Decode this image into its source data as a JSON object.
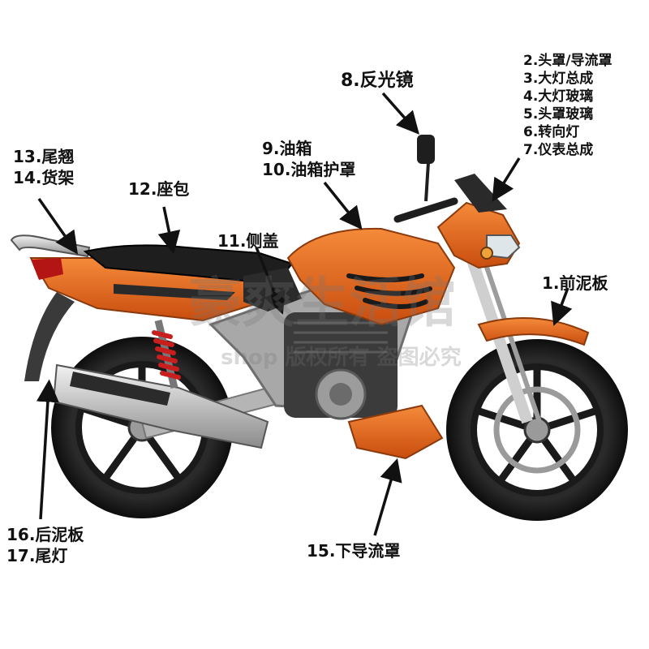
{
  "labels": {
    "front_fender": "1.前泥板",
    "right_group": [
      "2.头罩/导流罩",
      "3.大灯总成",
      "4.大灯玻璃",
      "5.头罩玻璃",
      "6.转向灯",
      "7.仪表总成"
    ],
    "mirror": "8.反光镜",
    "tank_group": [
      "9.油箱",
      "10.油箱护罩"
    ],
    "side_cover": "11.侧盖",
    "seat": "12.座包",
    "tail_group": [
      "13.尾翘",
      "14.货架"
    ],
    "lower_fairing": "15.下导流罩",
    "rear_group": [
      "16.后泥板",
      "17.尾灯"
    ]
  },
  "watermark": {
    "main": "豪爽生活馆",
    "sub": "shop 版权所有 盗图必究"
  },
  "colors": {
    "body_orange": "#e8621a",
    "body_dark": "#1c1c1c",
    "frame_silver": "#a8a8a8",
    "spring_red": "#c81e1e",
    "chrome": "#cfcfcf"
  }
}
